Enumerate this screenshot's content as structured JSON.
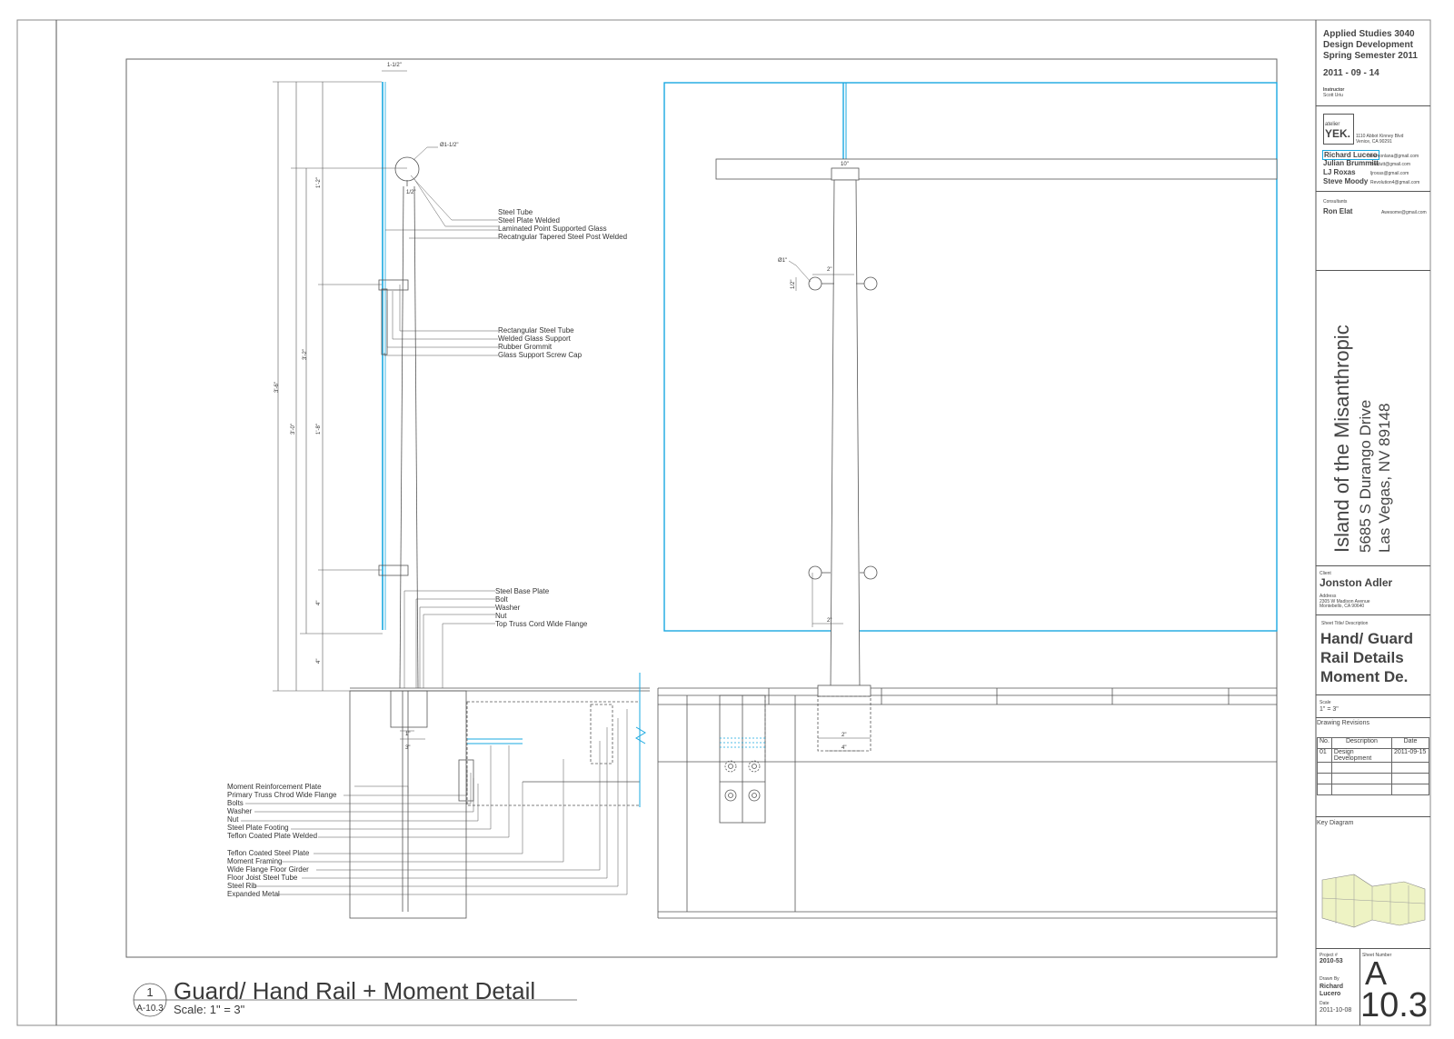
{
  "title_block": {
    "course": "Applied Studies 3040",
    "phase": "Design Development",
    "semester": "Spring Semester 2011",
    "date": "2011 - 09 - 14",
    "instructor_label": "Instructor",
    "instructor": "Scott Uriu",
    "firm_small": "atelier",
    "firm_big": "YEK.",
    "firm_address_1": "1110 Abbot Kinney Blvd",
    "firm_address_2": "Venice, CA 90291",
    "team": [
      {
        "name": "Richard Lucero",
        "email": "Yekmonlana@gmail.com"
      },
      {
        "name": "Julian Brummitt",
        "email": "Bredutt@gmail.com"
      },
      {
        "name": "LJ Roxas",
        "email": "ljroxas@gmail.com"
      },
      {
        "name": "Steve Moody",
        "email": "Revolution4@gmail.com"
      }
    ],
    "consultants_label": "Consultants",
    "consultant_name": "Ron Elat",
    "consultant_email": "Awesome@gmail.com",
    "project_name": "Island of the Misanthropic",
    "address_line1": "5685 S Durango Drive",
    "address_line2": "Las Vegas, NV 89148",
    "client_label": "Client",
    "client_name": "Jonston Adler",
    "client_address_label": "Address",
    "client_address_1": "2305 W Madison Avenue",
    "client_address_2": "Montebello, CA 90640",
    "sheet_title_label": "Sheet Title/ Description",
    "sheet_title_1": "Hand/ Guard",
    "sheet_title_2": "Rail Details",
    "sheet_title_3": "Moment De.",
    "scale_label": "Scale",
    "scale_value": "1\" = 3\"",
    "revisions_title": "Drawing Revisions",
    "rev_headers": {
      "no": "No.",
      "desc": "Description",
      "date": "Date"
    },
    "rev_row": {
      "no": "01",
      "desc_1": "Design",
      "desc_2": "Development",
      "date": "2011-09-15"
    },
    "key_diagram_label": "Key Diagram",
    "project_no_label": "Project #",
    "project_no": "2010-53",
    "drawn_by_label": "Drawn By",
    "drawn_by_1": "Richard",
    "drawn_by_2": "Lucero",
    "date_label": "Date",
    "drawn_date": "2011-10-08",
    "sheet_number_label": "Sheet Number",
    "sheet_letter": "A",
    "sheet_num": "10.3"
  },
  "drawing": {
    "detail_number": "1",
    "detail_sheet_ref": "A-10.3",
    "detail_title": "Guard/ Hand Rail + Moment Detail",
    "detail_scale": "Scale: 1\" = 3\"",
    "callouts_top": [
      "Steel Tube",
      "Steel Plate Welded",
      "Laminated Point Supported Glass",
      "Recatngular Tapered Steel Post Welded"
    ],
    "callouts_mid": [
      "Rectangular Steel Tube",
      "Welded Glass Support",
      "Rubber Grommit",
      "Glass Support Screw Cap"
    ],
    "callouts_base": [
      "Steel Base Plate",
      "Bolt",
      "Washer",
      "Nut",
      "Top Truss Cord Wide Flange"
    ],
    "callouts_left_1": [
      "Moment Reinforcement Plate",
      "Primary Truss Chrod Wide Flange",
      "Bolts",
      "Washer",
      "Nut",
      "Steel Plate Footing",
      "Teflon Coated Plate Welded"
    ],
    "callouts_left_2": [
      "Teflon Coated Steel Plate",
      "Moment Framing",
      "Wide Flange Floor Girder",
      "Floor Joist Steel Tube",
      "Steel Rib",
      "Expanded Metal"
    ],
    "dims": {
      "top_width": "1-1/2\"",
      "tube_dia": "Ø1-1/2\"",
      "rail_spacing": "1'-2\"",
      "total_height": "3'-6\"",
      "glass_height": "3'-0\"",
      "mid_height": "3'-2\"",
      "glass_span": "1'-8\"",
      "bottom_gap": "4\"",
      "base_gap": "4\"",
      "post_w1": "1\"",
      "post_w3": "3\"",
      "elev_cap": "10\"",
      "elev_dia": "Ø1\"",
      "elev_2a": "2\"",
      "elev_2b": "2\"",
      "elev_2c": "2\"",
      "elev_4": "4\"",
      "small_half": "1/2\"",
      "small_half_b": "1/2\""
    }
  }
}
